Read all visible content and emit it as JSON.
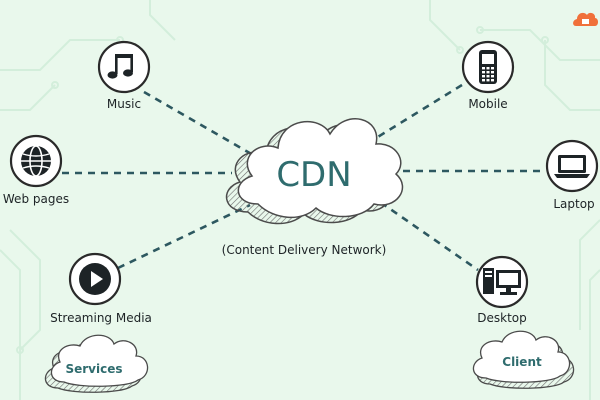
{
  "center": {
    "title": "CDN",
    "subtitle": "(Content Delivery Network)"
  },
  "services_group": {
    "label": "Services"
  },
  "client_group": {
    "label": "Client"
  },
  "nodes": {
    "music": {
      "label": "Music",
      "icon": "music-note-icon"
    },
    "webpages": {
      "label": "Web pages",
      "icon": "globe-icon"
    },
    "streaming": {
      "label": "Streaming Media",
      "icon": "play-icon"
    },
    "mobile": {
      "label": "Mobile",
      "icon": "mobile-phone-icon"
    },
    "laptop": {
      "label": "Laptop",
      "icon": "laptop-icon"
    },
    "desktop": {
      "label": "Desktop",
      "icon": "desktop-computer-icon"
    }
  },
  "colors": {
    "background": "#e9f8ec",
    "connector": "#2d5860",
    "cdn_text": "#2f6c6e",
    "cloud_fill": "#ffffff",
    "cloud_stroke": "#4b4b4b",
    "circuit": "#d3eedb",
    "brand_accent": "#f0703a"
  }
}
